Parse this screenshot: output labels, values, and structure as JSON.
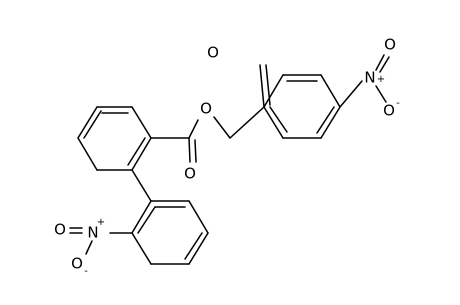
{
  "atoms": {
    "carbonyl_oxygen": "O",
    "ester_oxygen": "O",
    "ester_carbonyl_oxygen": "O",
    "nitro_right_nitrogen": "N",
    "nitro_right_oxygen_top": "O",
    "nitro_right_oxygen_bottom": "O",
    "nitro_left_nitrogen": "N",
    "nitro_left_oxygen_left": "O",
    "nitro_left_oxygen_bottom": "O"
  },
  "charges": {
    "plus": "+",
    "minus": "-"
  }
}
